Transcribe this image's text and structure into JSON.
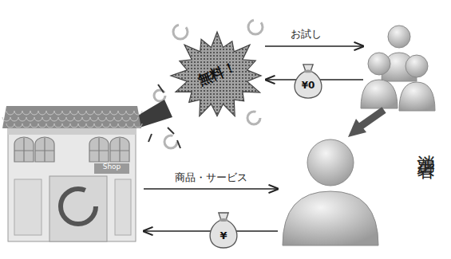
{
  "diagram": {
    "nodes": [
      {
        "text": [
          "Shop"
        ]
      },
      {
        "text": [
          "無料！"
        ]
      },
      {
        "text": [
          "¥0"
        ]
      },
      {
        "text": [
          "消費者"
        ]
      },
      {
        "text": [
          "¥"
        ]
      }
    ],
    "edges": [
      {
        "from": 0,
        "to": 3,
        "arrow": "to",
        "label": "商品・サービス"
      },
      {
        "from": 3,
        "to": 0,
        "arrow": "to"
      }
    ],
    "labels": [
      "お試し"
    ]
  }
}
